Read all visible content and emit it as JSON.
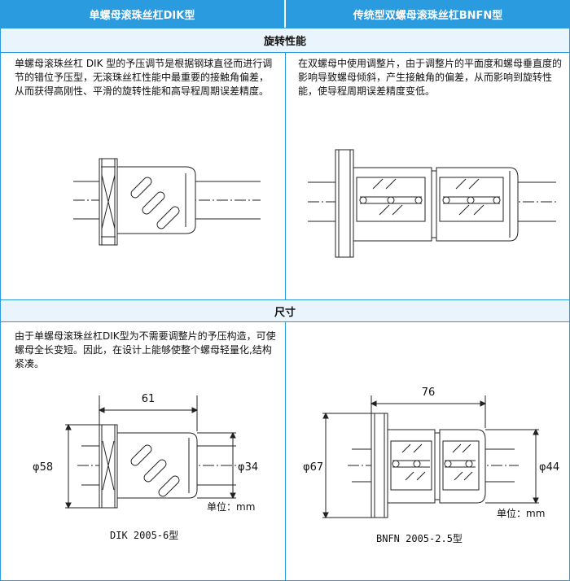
{
  "header": {
    "left": "单螺母滚珠丝杠DIK型",
    "right": "传统型双螺母滚珠丝杠BNFN型"
  },
  "sections": {
    "rotation": {
      "title": "旋转性能",
      "left_text": "单螺母滚珠丝杠 DIK 型的予压调节是根据钢球直径而进行调节的错位予压型，无滚珠丝杠性能中最重要的接触角偏差，从而获得高刚性、平滑的旋转性能和高导程周期误差精度。",
      "right_text": "在双螺母中使用调整片，由于调整片的平面度和螺母垂直度的影响导致螺母倾斜，产生接触角的偏差，从而影响到旋转性能，使导程周期误差精度变低。"
    },
    "size": {
      "title": "尺寸",
      "left_text": "由于单螺母滚珠丝杠DIK型为不需要调整片的予压构造，可使螺母全长变短。因此，在设计上能够使整个螺母轻量化,结构紧凑。",
      "left_drawing": {
        "length": "61",
        "flange_dia": "φ58",
        "body_dia": "φ34",
        "unit": "单位：mm",
        "caption": "DIK 2005-6型"
      },
      "right_drawing": {
        "length": "76",
        "flange_dia": "φ67",
        "body_dia": "φ44",
        "unit": "单位：mm",
        "caption": "BNFN 2005-2.5型"
      }
    }
  },
  "colors": {
    "accent": "#2b9be0",
    "section_bg": "#e9f4fc"
  }
}
